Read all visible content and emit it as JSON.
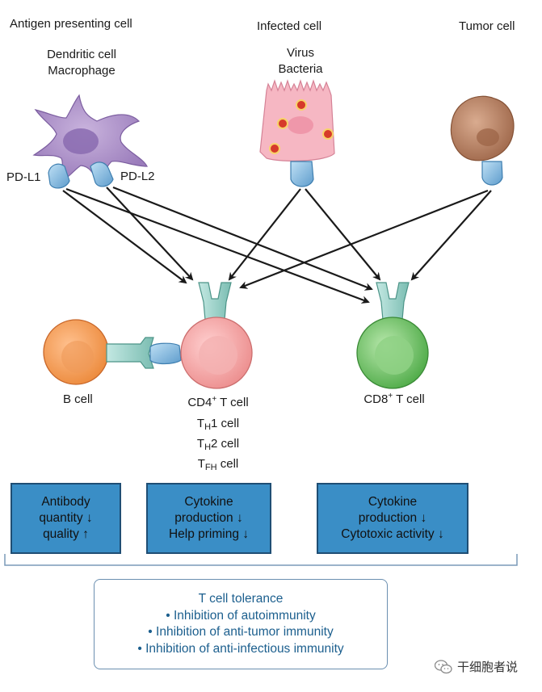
{
  "headers": {
    "apc": "Antigen presenting cell",
    "infected": "Infected cell",
    "tumor": "Tumor cell"
  },
  "apc_types": [
    "Dendritic cell",
    "Macrophage"
  ],
  "infected_types": [
    "Virus",
    "Bacteria"
  ],
  "ligands": {
    "pdl1": "PD-L1",
    "pdl2": "PD-L2"
  },
  "cells": {
    "bcell": "B cell",
    "cd4": {
      "prefix": "CD4",
      "sup": "+",
      "suffix": " T cell"
    },
    "th1": {
      "base": "T",
      "sub": "H",
      "suffix": "1 cell"
    },
    "th2": {
      "base": "T",
      "sub": "H",
      "suffix": "2 cell"
    },
    "tfh": {
      "base": "T",
      "sub": "FH",
      "suffix": " cell"
    },
    "cd8": {
      "prefix": "CD8",
      "sup": "+",
      "suffix": " T cell"
    }
  },
  "effect_boxes": [
    [
      "Antibody",
      "quantity ↓",
      "quality ↑"
    ],
    [
      "Cytokine",
      "production ↓",
      "Help priming ↓"
    ],
    [
      "Cytokine",
      "production ↓",
      "Cytotoxic activity ↓"
    ]
  ],
  "tolerance": {
    "title": "T cell tolerance",
    "items": [
      "• Inhibition of autoimmunity",
      "• Inhibition of anti-tumor immunity",
      "• Inhibition of anti-infectious immunity"
    ]
  },
  "watermark": "干细胞者说",
  "colors": {
    "dendritic": "#a98ac4",
    "infected": "#f4a6b6",
    "tumor": "#b78366",
    "bcell": "#f29a55",
    "cd4": "#f2a3a3",
    "cd8": "#74c46a",
    "receptor": "#8ec9c0",
    "ligand": "#7cb2d8",
    "box": "#3a8ec6",
    "tolerance_text": "#1c5f8e"
  }
}
